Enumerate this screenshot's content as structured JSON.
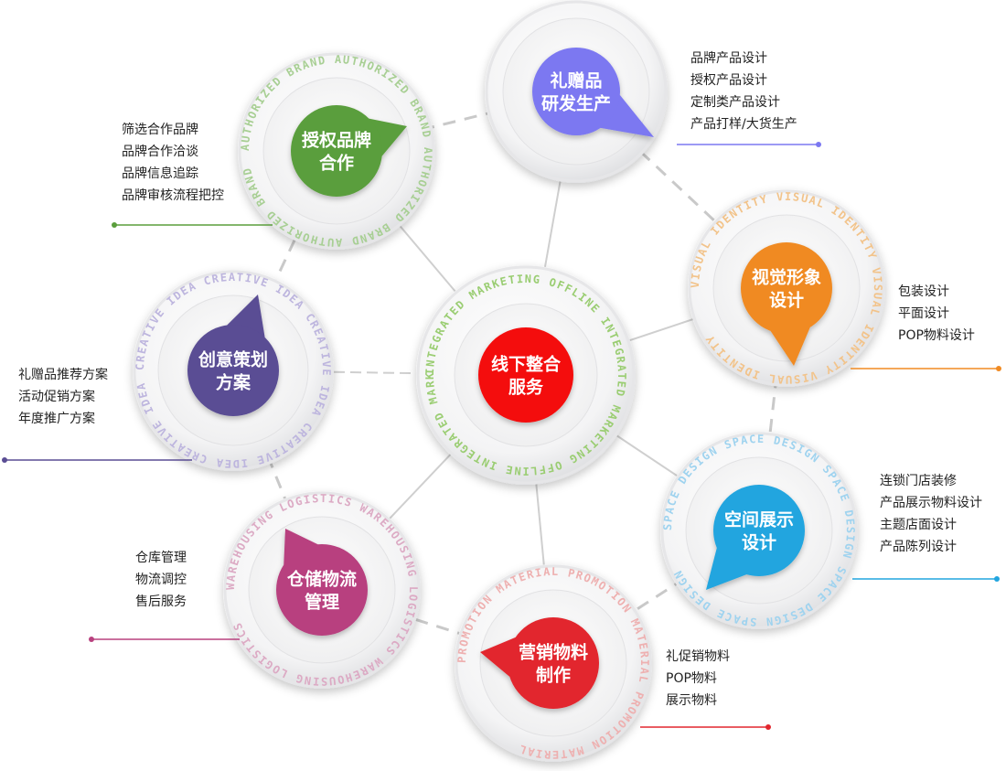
{
  "center": {
    "title_lines": [
      "线下整合",
      "服务"
    ],
    "color": "#f40909",
    "ring_text": "INTEGRATED MARKETING OFFLINE INTEGRATED MARKETING OFFLINE INTEGRATED MARKETING OFFLINE",
    "ring_color": "#9acd72"
  },
  "nodes": [
    {
      "id": "gift-rd",
      "title_lines": [
        "礼赠品",
        "研发生产"
      ],
      "color": "#7b78f1",
      "ring_text": "",
      "ring_color": "#c9c8f3",
      "items": [
        "品牌产品设计",
        "授权产品设计",
        "定制类产品设计",
        "产品打样/大货生产"
      ]
    },
    {
      "id": "visual-identity",
      "title_lines": [
        "视觉形象",
        "设计"
      ],
      "color": "#f08a22",
      "ring_text": "VISUAL IDENTITY VISUAL IDENTITY VISUAL IDENTITY VISUAL IDENTITY",
      "ring_color": "#f2c38a",
      "items": [
        "包装设计",
        "平面设计",
        "POP物料设计"
      ]
    },
    {
      "id": "space-design",
      "title_lines": [
        "空间展示",
        "设计"
      ],
      "color": "#22a5df",
      "ring_text": "SPACE DESIGN SPACE DESIGN SPACE DESIGN SPACE DESIGN SPACE DESIGN",
      "ring_color": "#9fd3ef",
      "items": [
        "连锁门店装修",
        "产品展示物料设计",
        "主题店面设计",
        "产品陈列设计"
      ]
    },
    {
      "id": "promotion-material",
      "title_lines": [
        "营销物料",
        "制作"
      ],
      "color": "#e2262e",
      "ring_text": "PROMOTION MATERIAL PROMOTION MATERIAL PROMOTION MATERIAL",
      "ring_color": "#eeb0b0",
      "items": [
        "礼促销物料",
        "POP物料",
        "展示物料"
      ]
    },
    {
      "id": "warehousing",
      "title_lines": [
        "仓储物流",
        "管理"
      ],
      "color": "#b8417f",
      "ring_text": "WAREHOUSING LOGISTICS WAREHOUSING LOGISTICS WAREHOUSING LOGISTICS",
      "ring_color": "#dcaac4",
      "items": [
        "仓库管理",
        "物流调控",
        "售后服务"
      ]
    },
    {
      "id": "creative-idea",
      "title_lines": [
        "创意策划",
        "方案"
      ],
      "color": "#5a4d94",
      "ring_text": "CREATIVE IDEA CREATIVE IDEA CREATIVE IDEA CREATIVE IDEA CREATIVE IDEA",
      "ring_color": "#bdb5de",
      "items": [
        "礼赠品推荐方案",
        "活动促销方案",
        "年度推广方案"
      ]
    },
    {
      "id": "brand-authorized",
      "title_lines": [
        "授权品牌",
        "合作"
      ],
      "color": "#5a9e3c",
      "ring_text": "AUTHORIZED BRAND AUTHORIZED BRAND AUTHORIZED BRAND AUTHORIZED BRAND",
      "ring_color": "#a8cf94",
      "items": [
        "筛选合作品牌",
        "品牌合作洽谈",
        "品牌信息追踪",
        "品牌审核流程把控"
      ]
    }
  ]
}
